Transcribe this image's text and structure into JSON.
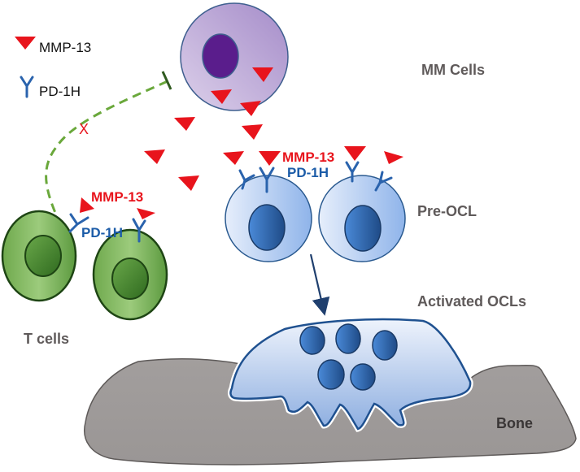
{
  "legend": {
    "items": [
      {
        "icon": "red-triangle",
        "label": "MMP-13"
      },
      {
        "icon": "antibody-y",
        "label": "PD-1H"
      }
    ]
  },
  "stage_labels": {
    "mm_cells": "MM Cells",
    "pre_ocl": "Pre-OCL",
    "activated_ocls": "Activated OCLs",
    "t_cells": "T cells",
    "bone": "Bone"
  },
  "annotations": {
    "preocl_mmp": "MMP-13",
    "preocl_pd": "PD-1H",
    "tcell_mmp": "MMP-13",
    "tcell_pd": "PD-1H",
    "blocked_mark": "X"
  },
  "colors": {
    "mmp13": "#e8141c",
    "pd1h": "#2a63ad",
    "mm_cell": "#b7a2d4",
    "mm_nucleus": "#5a1d8c",
    "t_cell": "#7bb35a",
    "pre_ocl": "#a9c6ef",
    "nucleus_blue": "#2f66ad",
    "bone": "#9e9a99",
    "inhibition_line": "#6aa83b",
    "label_gray": "#5f5a5a"
  }
}
